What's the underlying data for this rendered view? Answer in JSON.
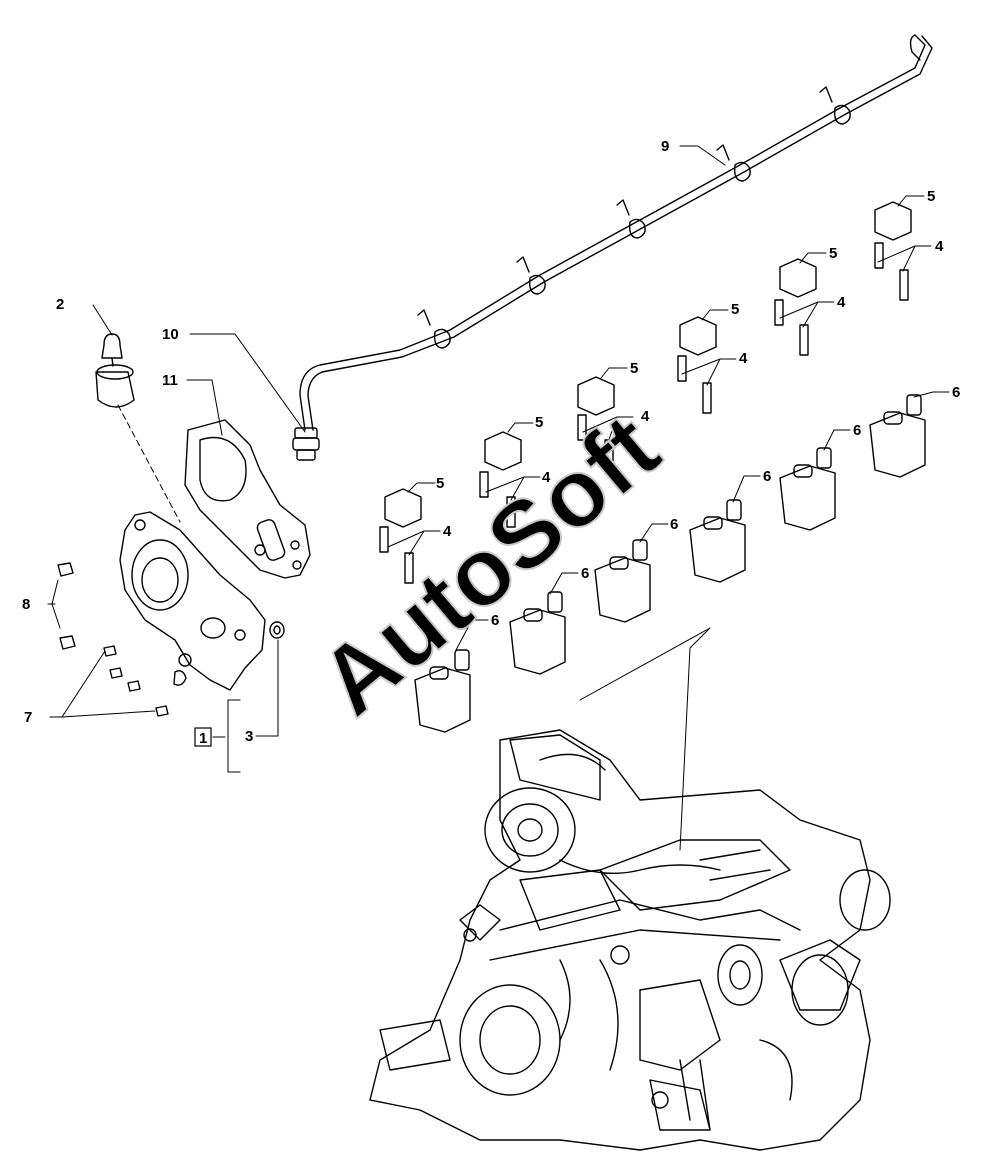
{
  "diagram": {
    "callouts": [
      "1",
      "2",
      "3",
      "4",
      "5",
      "6",
      "7",
      "8",
      "9",
      "10",
      "11"
    ],
    "watermark": "AutoSoft",
    "colors": {
      "line": "#000000",
      "background": "#ffffff",
      "watermark_outline": "#c8c8c8"
    }
  }
}
